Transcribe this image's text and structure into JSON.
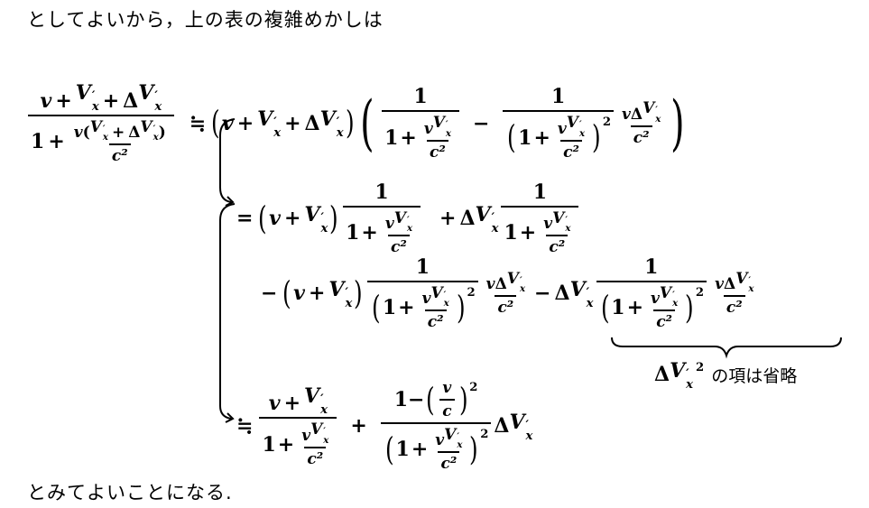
{
  "text": {
    "intro": "としてよいから，上の表の複雑めかしは",
    "conclusion": "とみてよいことになる.",
    "omit_note": "の項は省略"
  },
  "s": {
    "v": "v",
    "V": "V",
    "x": "x",
    "p": "′",
    "D": "Δ",
    "one": "1",
    "c": "c",
    "c2": "c²",
    "two": "2",
    "plus": "+",
    "minus": "−",
    "approx": "≒",
    "eq": "=",
    "lp": "(",
    "rp": ")"
  }
}
